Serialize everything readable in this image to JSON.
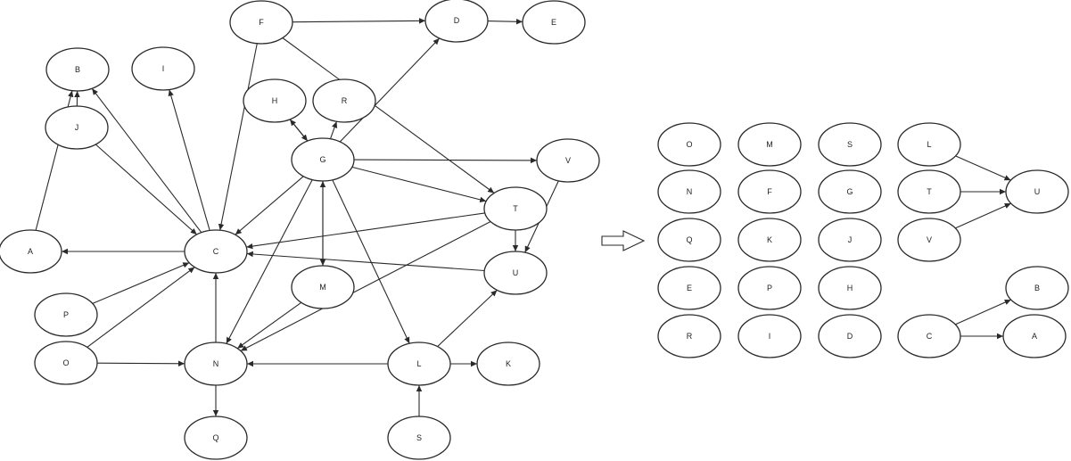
{
  "colors": {
    "stroke": "#2a2a2a",
    "fill": "#ffffff",
    "text": "#222222"
  },
  "before_graph": {
    "nodes": [
      "F",
      "D",
      "E",
      "B",
      "I",
      "H",
      "R",
      "J",
      "G",
      "V",
      "T",
      "A",
      "C",
      "U",
      "M",
      "P",
      "O",
      "N",
      "L",
      "K",
      "Q",
      "S"
    ],
    "edges": [
      [
        "F",
        "D"
      ],
      [
        "D",
        "E"
      ],
      [
        "F",
        "T"
      ],
      [
        "F",
        "C"
      ],
      [
        "J",
        "B"
      ],
      [
        "A",
        "B"
      ],
      [
        "J",
        "C"
      ],
      [
        "C",
        "B"
      ],
      [
        "C",
        "I"
      ],
      [
        "C",
        "A"
      ],
      [
        "H",
        "G"
      ],
      [
        "G",
        "H"
      ],
      [
        "G",
        "R"
      ],
      [
        "G",
        "D"
      ],
      [
        "G",
        "V"
      ],
      [
        "G",
        "T"
      ],
      [
        "G",
        "C"
      ],
      [
        "G",
        "M"
      ],
      [
        "G",
        "L"
      ],
      [
        "G",
        "N"
      ],
      [
        "T",
        "C"
      ],
      [
        "T",
        "U"
      ],
      [
        "T",
        "N"
      ],
      [
        "V",
        "U"
      ],
      [
        "U",
        "C"
      ],
      [
        "M",
        "G"
      ],
      [
        "M",
        "N"
      ],
      [
        "P",
        "C"
      ],
      [
        "O",
        "C"
      ],
      [
        "O",
        "N"
      ],
      [
        "N",
        "C"
      ],
      [
        "N",
        "Q"
      ],
      [
        "L",
        "N"
      ],
      [
        "L",
        "K"
      ],
      [
        "L",
        "U"
      ],
      [
        "S",
        "L"
      ]
    ]
  },
  "transition_icon": "right-outline-arrow",
  "after_graph": {
    "nodes": [
      "O",
      "M",
      "S",
      "L",
      "N",
      "F",
      "G",
      "T",
      "U",
      "Q",
      "K",
      "J",
      "V",
      "E",
      "P",
      "H",
      "R",
      "I",
      "D",
      "C",
      "B",
      "A"
    ],
    "edges": [
      [
        "L",
        "U"
      ],
      [
        "T",
        "U"
      ],
      [
        "V",
        "U"
      ],
      [
        "C",
        "B"
      ],
      [
        "C",
        "A"
      ]
    ]
  }
}
